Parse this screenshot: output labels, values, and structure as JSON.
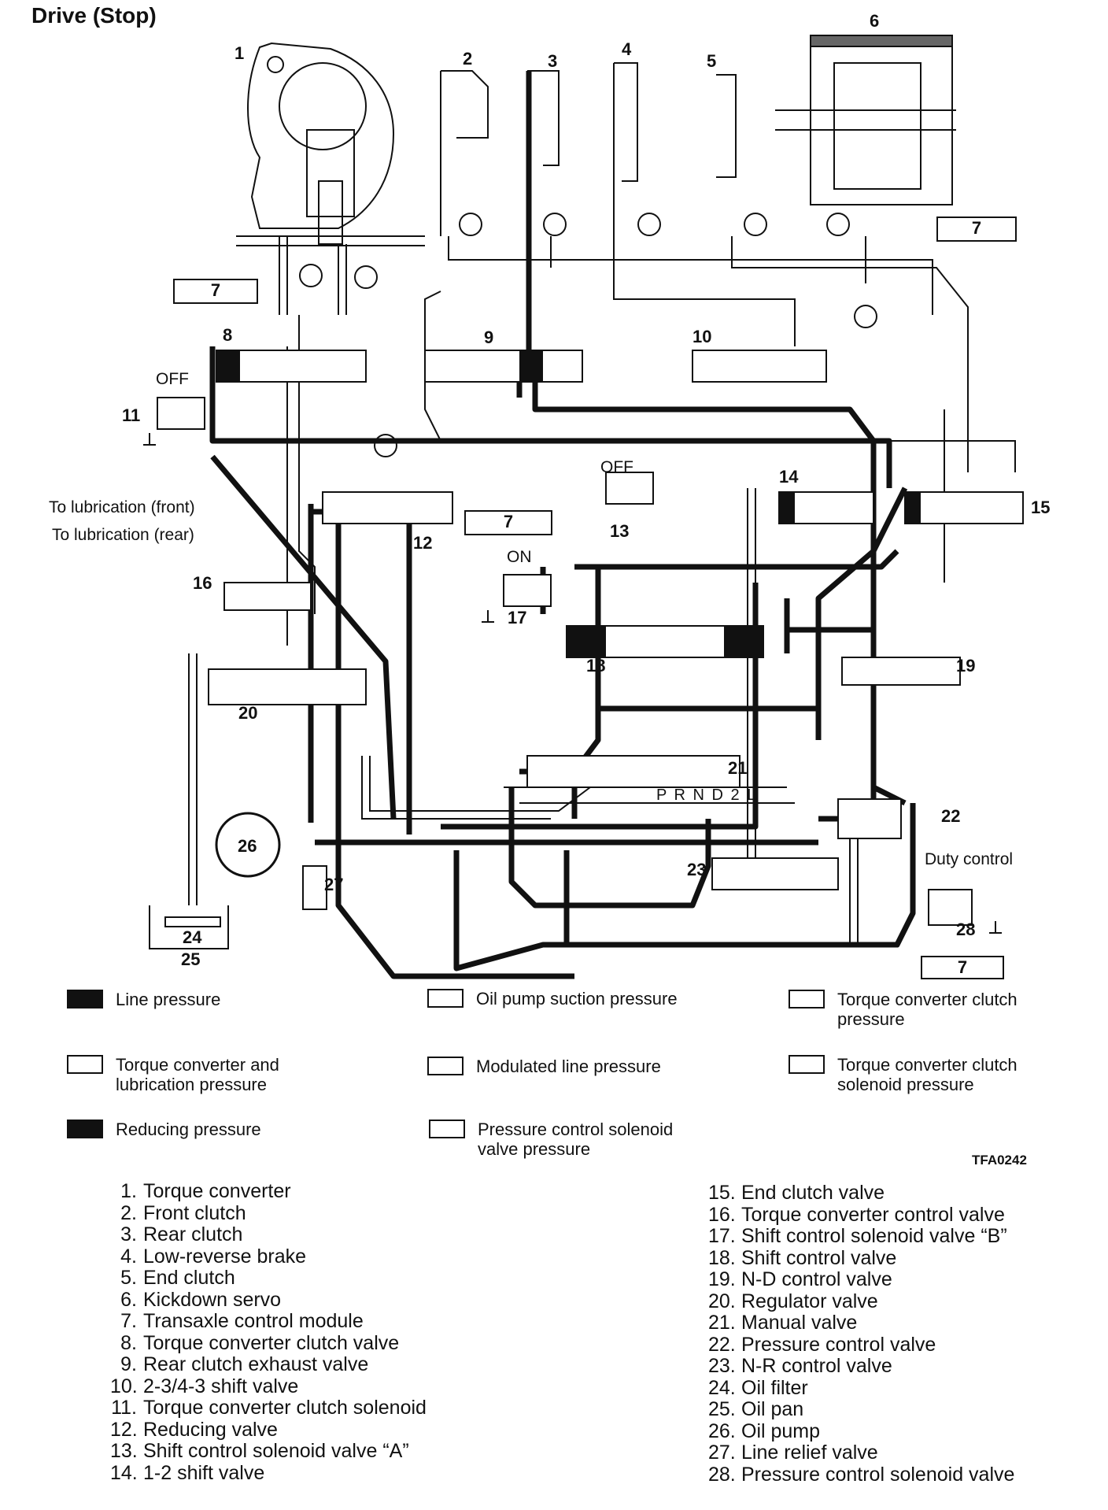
{
  "title": "Drive (Stop)",
  "figure_id": "TFA0242",
  "component_numbers": [
    "1",
    "2",
    "3",
    "4",
    "5",
    "6",
    "7",
    "8",
    "9",
    "10",
    "11",
    "12",
    "13",
    "14",
    "15",
    "16",
    "17",
    "18",
    "19",
    "20",
    "21",
    "22",
    "23",
    "24",
    "25",
    "26",
    "27",
    "28"
  ],
  "side_labels": {
    "lube_front": "To lubrication (front)",
    "lube_rear": "To lubrication (rear)",
    "off_11": "OFF",
    "off_13": "OFF",
    "on_17": "ON",
    "duty_control": "Duty control",
    "manual_positions": "P R N D 2 L"
  },
  "legend": [
    {
      "label": "Line pressure",
      "fill": "#111111"
    },
    {
      "label": "Oil pump suction pressure",
      "fill": "#ffffff"
    },
    {
      "label": "Torque converter clutch\npressure",
      "fill": "#ffffff"
    },
    {
      "label": "Torque converter and\nlubrication pressure",
      "fill": "#ffffff"
    },
    {
      "label": "Modulated line pressure",
      "fill": "#ffffff"
    },
    {
      "label": "Torque converter clutch\nsolenoid pressure",
      "fill": "#ffffff"
    },
    {
      "label": "Reducing pressure",
      "fill": "#111111"
    },
    {
      "label": "Pressure control solenoid\nvalve pressure",
      "fill": "#ffffff"
    }
  ],
  "key_left": [
    {
      "num": "1.",
      "name": "Torque converter"
    },
    {
      "num": "2.",
      "name": "Front clutch"
    },
    {
      "num": "3.",
      "name": "Rear clutch"
    },
    {
      "num": "4.",
      "name": "Low-reverse brake"
    },
    {
      "num": "5.",
      "name": "End clutch"
    },
    {
      "num": "6.",
      "name": "Kickdown servo"
    },
    {
      "num": "7.",
      "name": "Transaxle control module"
    },
    {
      "num": "8.",
      "name": "Torque converter clutch valve"
    },
    {
      "num": "9.",
      "name": "Rear clutch exhaust valve"
    },
    {
      "num": "10.",
      "name": "2-3/4-3 shift valve"
    },
    {
      "num": "11.",
      "name": "Torque converter clutch solenoid"
    },
    {
      "num": "12.",
      "name": "Reducing valve"
    },
    {
      "num": "13.",
      "name": "Shift control solenoid valve “A”"
    },
    {
      "num": "14.",
      "name": "1-2 shift valve"
    }
  ],
  "key_right": [
    {
      "num": "15.",
      "name": "End clutch valve"
    },
    {
      "num": "16.",
      "name": "Torque converter control valve"
    },
    {
      "num": "17.",
      "name": "Shift control solenoid valve “B”"
    },
    {
      "num": "18.",
      "name": "Shift control valve"
    },
    {
      "num": "19.",
      "name": "N-D control valve"
    },
    {
      "num": "20.",
      "name": "Regulator valve"
    },
    {
      "num": "21.",
      "name": "Manual valve"
    },
    {
      "num": "22.",
      "name": "Pressure control valve"
    },
    {
      "num": "23.",
      "name": "N-R control valve"
    },
    {
      "num": "24.",
      "name": "Oil filter"
    },
    {
      "num": "25.",
      "name": "Oil pan"
    },
    {
      "num": "26.",
      "name": "Oil pump"
    },
    {
      "num": "27.",
      "name": "Line relief valve"
    },
    {
      "num": "28.",
      "name": "Pressure control solenoid valve"
    }
  ],
  "colors": {
    "ink": "#111111",
    "paper": "#ffffff"
  }
}
